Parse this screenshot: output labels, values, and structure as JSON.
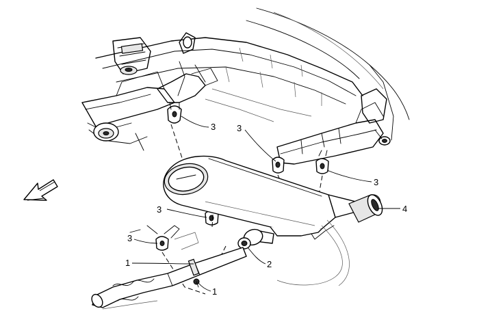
{
  "diagram": {
    "callouts": [
      {
        "id": "c3a",
        "text": "3"
      },
      {
        "id": "c3b",
        "text": "3"
      },
      {
        "id": "c3c",
        "text": "3"
      },
      {
        "id": "c3d",
        "text": "3"
      },
      {
        "id": "c3e",
        "text": "3"
      },
      {
        "id": "c4",
        "text": "4"
      },
      {
        "id": "c1a",
        "text": "1"
      },
      {
        "id": "c2",
        "text": "2"
      },
      {
        "id": "c1b",
        "text": "1"
      }
    ],
    "direction_arrow_icon": "front-direction-arrow-icon"
  }
}
